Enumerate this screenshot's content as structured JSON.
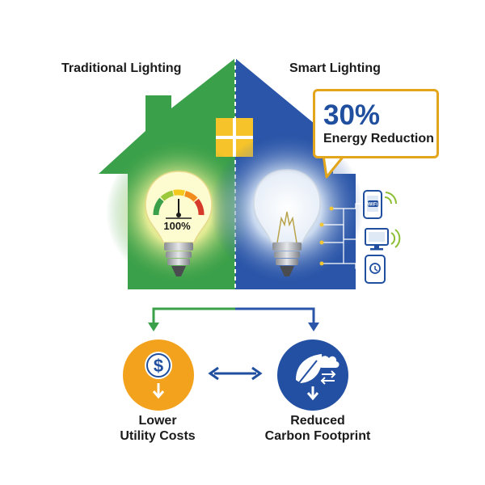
{
  "labels": {
    "traditional": "Traditional Lighting",
    "smart": "Smart Lighting"
  },
  "callout": {
    "value": "30%",
    "label": "Energy Reduction"
  },
  "gauge": {
    "value": "100%"
  },
  "benefits": {
    "left": {
      "line1": "Lower",
      "line2": "Utility Costs"
    },
    "right": {
      "line1": "Reduced",
      "line2": "Carbon Footprint"
    }
  },
  "devices": {
    "phone_badge": "WiFi"
  },
  "icons": {
    "coin": "dollar-coin-icon",
    "leaf": "leaf-cloud-icon",
    "phone": "smartphone-wifi-icon",
    "monitor": "monitor-icon",
    "tablet": "tablet-icon"
  },
  "colors": {
    "green": "#3aa049",
    "blue": "#2a55a8",
    "orange": "#f2a21d",
    "darkBlue": "#1f4f9e",
    "gold": "#e3a51c",
    "window": "#f6c42a"
  }
}
